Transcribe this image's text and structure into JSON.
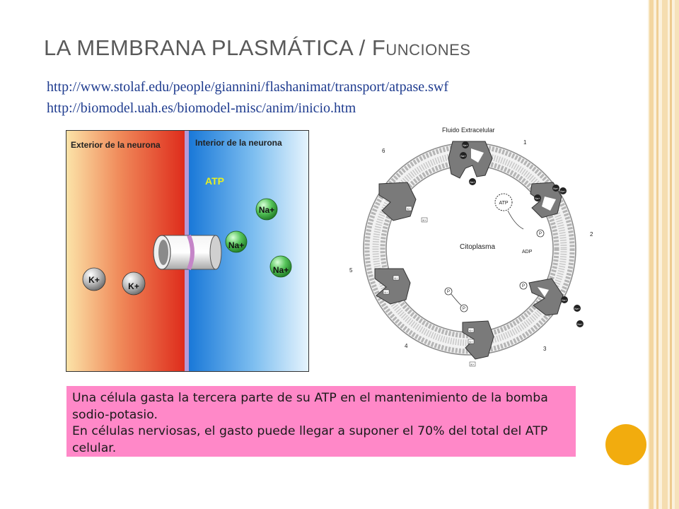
{
  "slide": {
    "title_main": "LA MEMBRANA PLASMÁTICA / ",
    "title_cap": "F",
    "title_sc": "UNCIONES",
    "links": [
      "http://www.stolaf.edu/people/giannini/flashanimat/transport/atpase.swf",
      "http://biomodel.uah.es/biomodel-misc/anim/inicio.htm"
    ],
    "note_lines": [
      "Una célula gasta la tercera parte de su ATP en el mantenimiento de la bomba sodio-potasio.",
      "En células nerviosas, el gasto puede llegar a suponer el 70% del total del ATP celular."
    ]
  },
  "left_figure": {
    "exterior_label": "Exterior de la neurona",
    "interior_label": "Interior de la neurona",
    "atp_label": "ATP",
    "na_labels": [
      "Na+",
      "Na+",
      "Na+"
    ],
    "k_labels": [
      "K+",
      "K+"
    ]
  },
  "right_figure": {
    "top_label": "Fluido Extracelular",
    "center_label": "Citoplasma",
    "atp_label": "ATP",
    "adp_label": "ADP",
    "p_label": "P",
    "na_label": "Na+",
    "k_label": "K+",
    "step_numbers": [
      "1",
      "2",
      "3",
      "4",
      "5",
      "6"
    ]
  },
  "colors": {
    "title": "#595959",
    "link": "#1f3c8f",
    "note_bg": "#ff88c8",
    "accent_circle": "#f2ac0e",
    "stripe": "#f6dca8"
  }
}
